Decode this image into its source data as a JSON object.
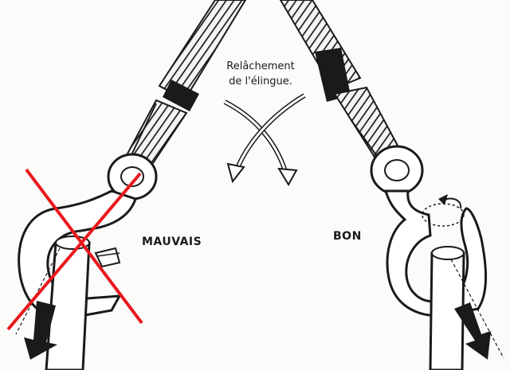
{
  "diagram": {
    "caption_line1": "Relâchement",
    "caption_line2": "de l'élingue.",
    "bad_label": "MAUVAIS",
    "good_label": "BON"
  },
  "colors": {
    "ink": "#1a1a1a",
    "cross": "#e8191d",
    "paper": "#fbfbfa"
  },
  "icons": [
    "wire-rope",
    "hook",
    "pin",
    "load-arrow",
    "cross-mark"
  ]
}
